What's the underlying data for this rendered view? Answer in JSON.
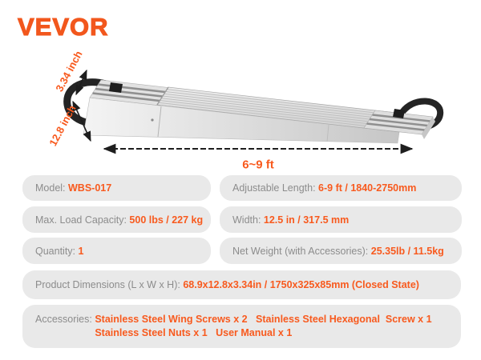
{
  "brand": {
    "logo": "VEVOR"
  },
  "diagram": {
    "height_label": "3.34 inch",
    "width_label": "12.8 inch",
    "length_label": "6~9 ft",
    "product": "telescoping-aluminum-work-plank"
  },
  "colors": {
    "accent_orange": "#f85a1e",
    "logo_orange": "#f2571d",
    "label_gray": "#8c8c8c",
    "pill_background": "#e9e9e9",
    "strap_black": "#242424"
  },
  "specs": {
    "rows": [
      {
        "label": "Model: ",
        "value": "WBS-017"
      },
      {
        "label": "Adjustable Length: ",
        "value": "6-9 ft / 1840-2750mm"
      },
      {
        "label": "Max. Load Capacity: ",
        "value": "500 lbs / 227 kg"
      },
      {
        "label": "Width: ",
        "value": "12.5 in / 317.5 mm"
      },
      {
        "label": "Quantity: ",
        "value": "1"
      },
      {
        "label": "Net Weight (with Accessories): ",
        "value": "25.35lb / 11.5kg"
      },
      {
        "label": "Product Dimensions (L x W x H): ",
        "value": "68.9x12.8x3.34in / 1750x325x85mm (Closed State)"
      },
      {
        "label": "Accessories: ",
        "value": "Stainless Steel Wing Screws x 2   Stainless Steel Hexagonal  Screw x 1\nStainless Steel Nuts x 1   User Manual x 1"
      }
    ]
  }
}
